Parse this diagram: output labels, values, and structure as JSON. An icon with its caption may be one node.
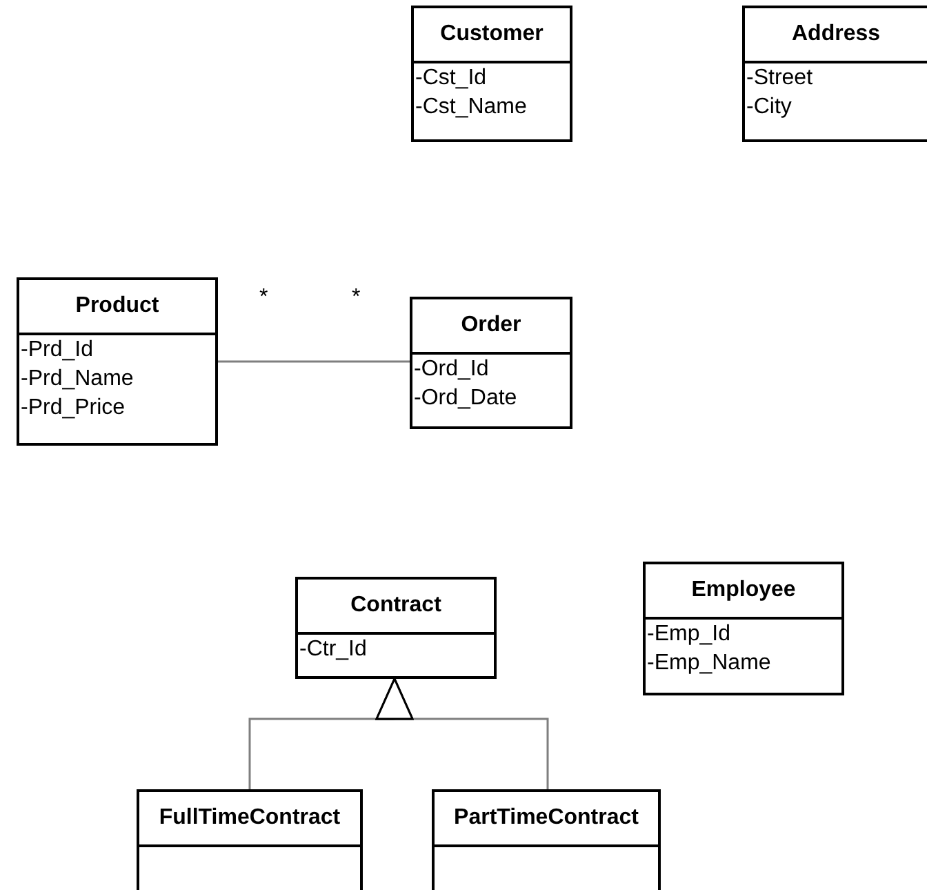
{
  "diagram": {
    "nodes": [
      {
        "text": [
          "Customer",
          "-Cst_Id",
          "-Cst_Name"
        ]
      },
      {
        "text": [
          "Address",
          "-Street",
          "-City"
        ]
      },
      {
        "text": [
          "Product",
          "-Prd_Id",
          "-Prd_Name",
          "-Prd_Price"
        ]
      },
      {
        "text": [
          "Order",
          "-Ord_Id",
          "-Ord_Date"
        ]
      },
      {
        "text": [
          "Contract",
          "-Ctr_Id"
        ]
      },
      {
        "text": [
          "Employee",
          "-Emp_Id",
          "-Emp_Name"
        ]
      },
      {
        "text": [
          "FullTimeContract"
        ]
      },
      {
        "text": [
          "PartTimeContract"
        ]
      }
    ],
    "edges": [
      {
        "from": 2,
        "to": 3,
        "arrow": "none"
      },
      {
        "from": 6,
        "to": 4,
        "arrow": "to"
      },
      {
        "from": 7,
        "to": 4,
        "arrow": "to"
      }
    ],
    "labels": [
      "*",
      "*"
    ]
  }
}
